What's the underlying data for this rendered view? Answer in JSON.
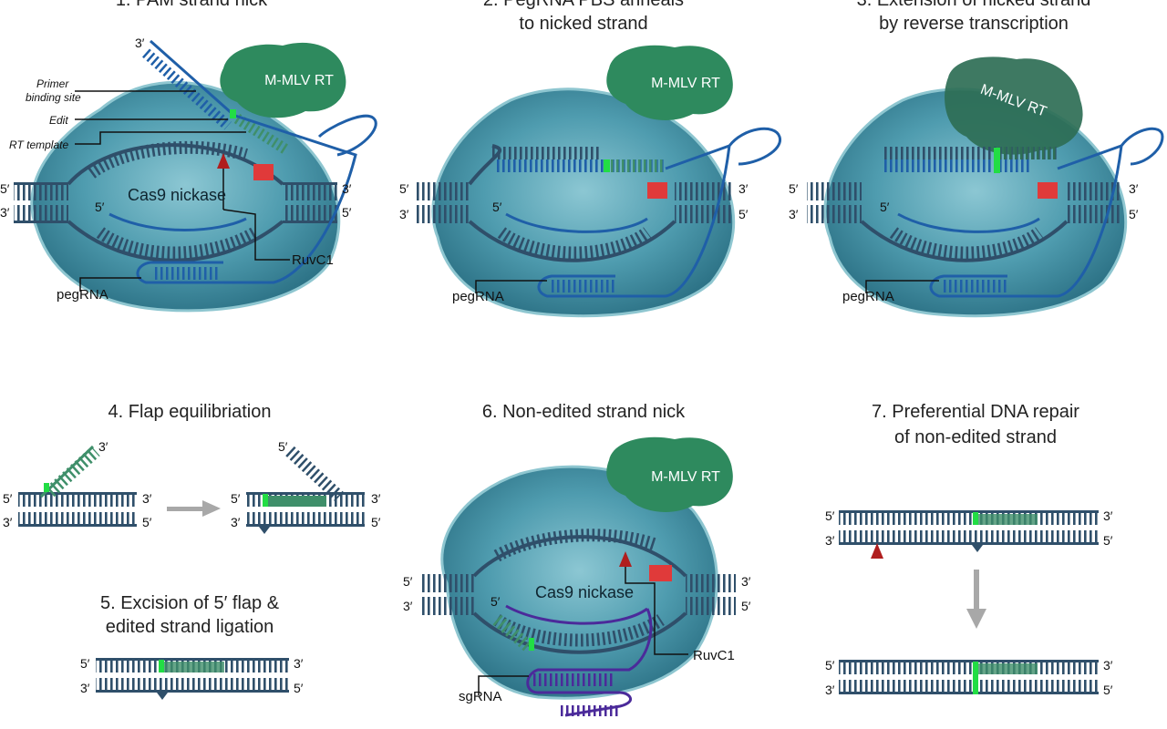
{
  "panels": {
    "p1": {
      "title": "1. PAM strand nick"
    },
    "p2": {
      "title_line1": "2. PegRNA PBS anneals",
      "title_line2": "to nicked strand"
    },
    "p3": {
      "title_line1": "3. Extension of nicked strand",
      "title_line2": "by reverse transcription"
    },
    "p4": {
      "title": "4. Flap equilibriation"
    },
    "p5": {
      "title_line1": "5. Excision of 5′ flap &",
      "title_line2": "edited strand ligation"
    },
    "p6": {
      "title": "6. Non-edited strand nick"
    },
    "p7": {
      "title_line1": "7. Preferential DNA repair",
      "title_line2": "of non-edited strand"
    }
  },
  "labels": {
    "cas9": "Cas9 nickase",
    "rt": "M-MLV RT",
    "ruvc1": "RuvC1",
    "pegrna": "pegRNA",
    "sgrna": "sgRNA",
    "primer_line1": "Primer",
    "primer_line2": "binding site",
    "edit": "Edit",
    "rt_template": "RT template",
    "five": "5′",
    "three": "3′"
  },
  "colors": {
    "dna": "#2f4f6a",
    "pegrna": "#1f5fa8",
    "sgrna": "#4b2a9a",
    "edit": "#22dd44",
    "edited_strand": "#3f8f6a",
    "mismatch": "#e03a3a",
    "cas9": "#3d8a9c",
    "rt": "#2e8a5e",
    "nick": "#b01e1e",
    "arrow": "#a8a8a8"
  }
}
